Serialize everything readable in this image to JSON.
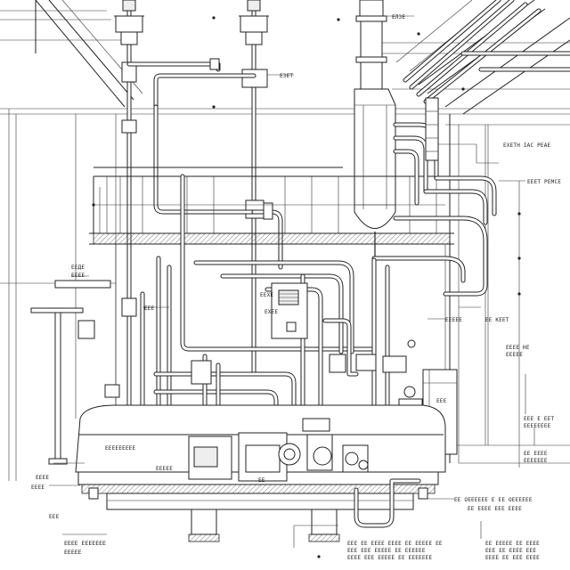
{
  "labels": {
    "top_right_stack": "ЕЛЗЕ",
    "top_center": "ЕЗЕТ",
    "right_1": "ЕХЕТН ІАС РЕАЕ",
    "right_2": "ЕЕЕТ РЕМСЕ",
    "left_1": "ЕЕДЕ",
    "left_2": "ЕЕЕЕ",
    "left_mid": "ЕЕЕ",
    "center_1": "ЕЕХЕ",
    "center_2": "ЕХЕЕ",
    "mid_right_1": "ЕЕЕЕЕ",
    "mid_right_2": "ЕЕ КЕЕТ",
    "right_3": "ЕЕЕЕ НЕ",
    "right_3b": "ЕЕЕЕЕ",
    "right_4": "ЕЕЕ",
    "right_5": "ЕЕЕ Е ЕЕТ",
    "right_5b": "ЕЕЕЕЕЕЕЕ",
    "right_6": "ЕЕ ЕЕЕЕ",
    "right_6b": "ЕЕЕЕЕЕЕ",
    "base_left_1": "ЕЕЕЕ",
    "base_left_2": "ЕЕЕЕ",
    "base_left_3": "ЕЕЕ",
    "base_1": "ЕЕЕЕЕЕЕЕЕ",
    "base_2": "ЕЕ",
    "base_3": "ЕЕЕЕЕ",
    "br_1": "ЕЕ ОЕЕЕЕЕЕ Е ЕЕ ОЕЕЕЕЕЕ",
    "br_2": "ЕЕ ЕЕЕЕ ЕЕЕ ЕЕЕЕ",
    "bottom_left_1": "ЕЕЕЕ ЕЕЕЕЕЕЕ",
    "bottom_left_2": "ЕЕЕЕЕ",
    "bottom_mid_1": "ЕЕЕ ЕЕ ЕЕЕЕ ЕЕЕЕ ЕЕ ЕЕЕЕЕ ЕЕ",
    "bottom_mid_2": "ЕЕЕ ЕЕЕ ЕЕЕЕЕ ЕЕ ЕЕЕЕЕЕ",
    "bottom_mid_3": "ЕЕЕЕ ЕЕЕ ЕЕЕЕЕ ЕЕ ЕЕЕЕЕЕЕ",
    "bottom_right_1": "ЕЕ ЕЕЕЕЕ ЕЕ ЕЕЕЕ",
    "bottom_right_2": "ЕЕЕ ЕЕ ЕЕЕЕ ЕЕЕ",
    "bottom_right_3": "ЕЕЕЕ ЕЕ ЕЕЕ ЕЕЕЕ"
  }
}
